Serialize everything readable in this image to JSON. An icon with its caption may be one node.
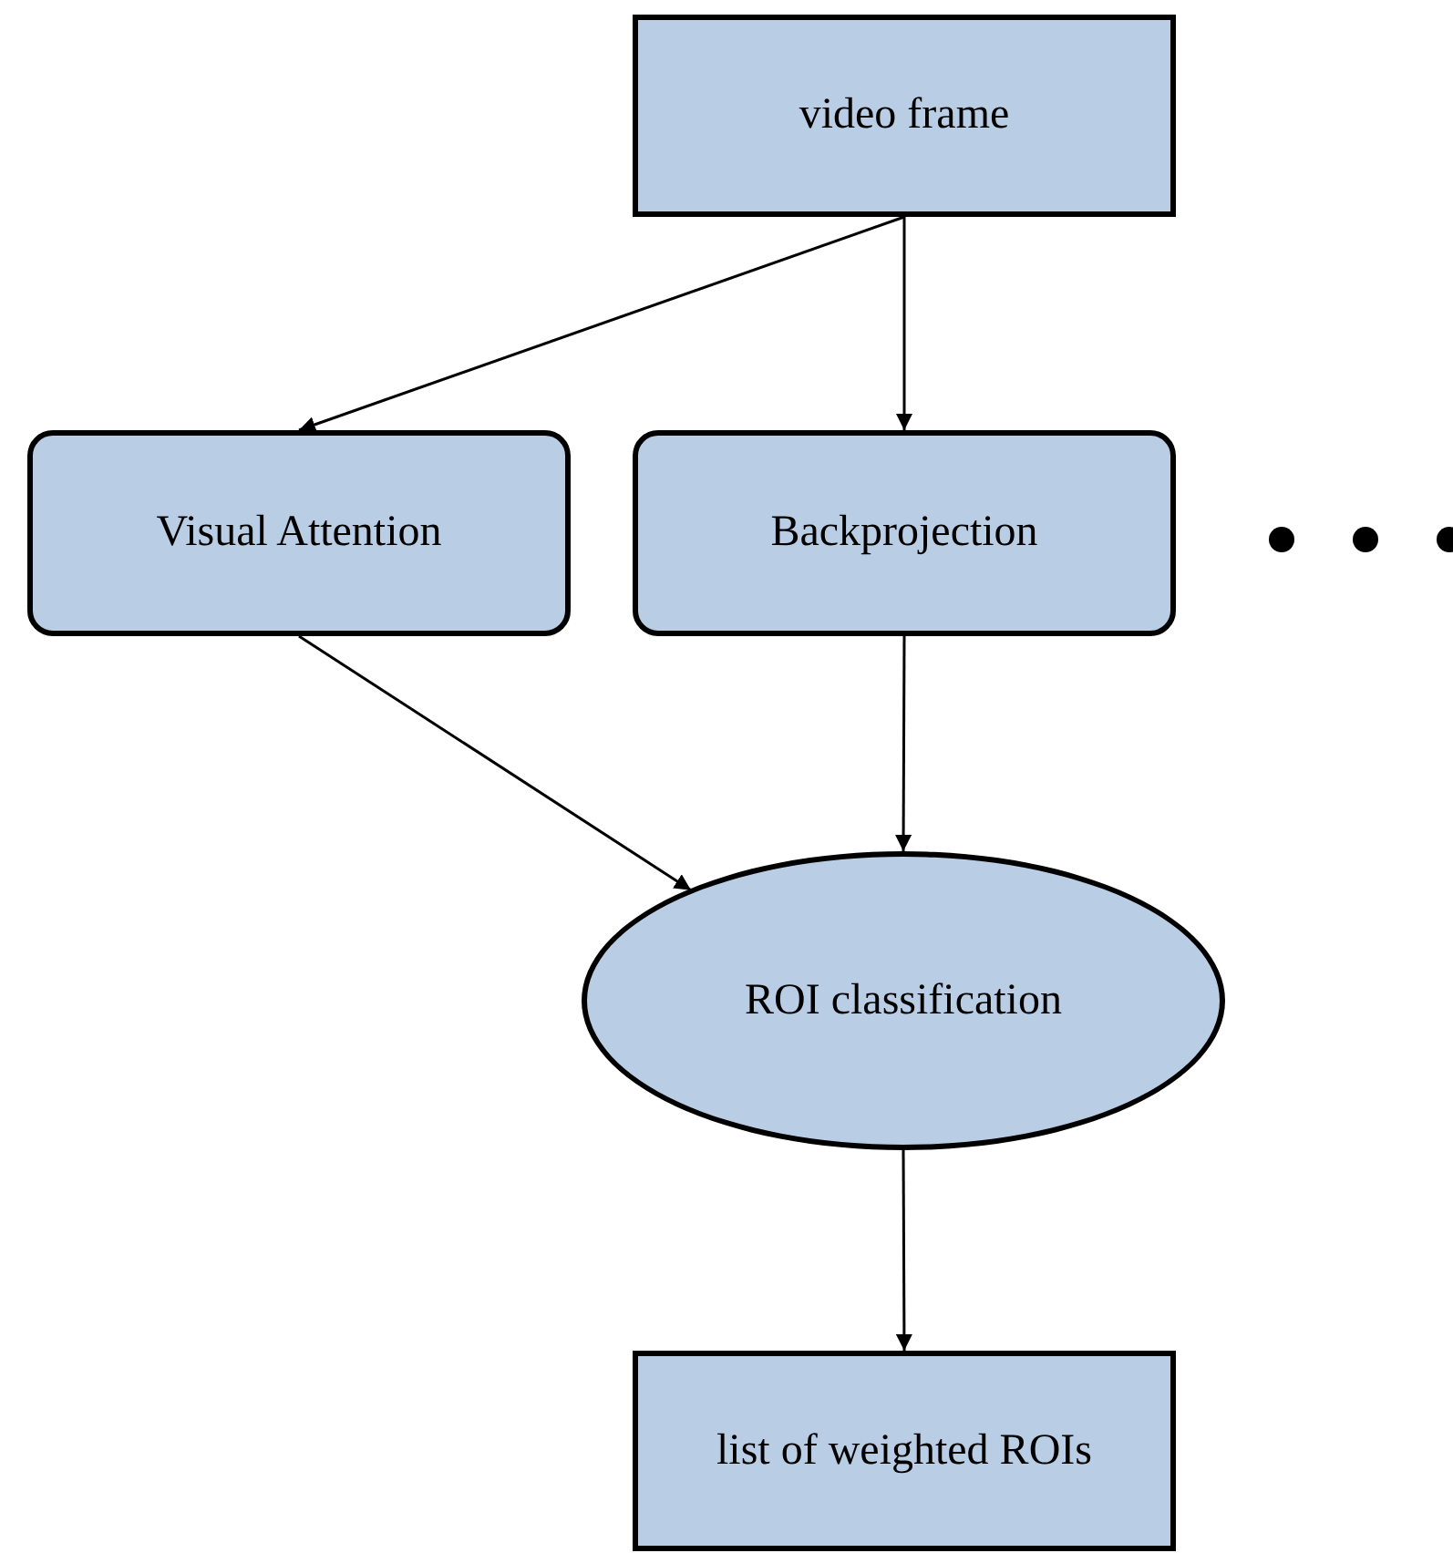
{
  "diagram": {
    "nodes": [
      {
        "text": [
          "video frame"
        ]
      },
      {
        "text": [
          "Visual Attention"
        ]
      },
      {
        "text": [
          "Backprojection"
        ]
      },
      {
        "text": [
          "ROI classification"
        ]
      },
      {
        "text": [
          "list of weighted ROIs"
        ]
      }
    ],
    "edges": [
      {
        "from": 0,
        "to": 1,
        "arrow": "to"
      },
      {
        "from": 0,
        "to": 2,
        "arrow": "to"
      },
      {
        "from": 1,
        "to": 3,
        "arrow": "to"
      },
      {
        "from": 2,
        "to": 3,
        "arrow": "to"
      },
      {
        "from": 3,
        "to": 4,
        "arrow": "to"
      }
    ]
  }
}
